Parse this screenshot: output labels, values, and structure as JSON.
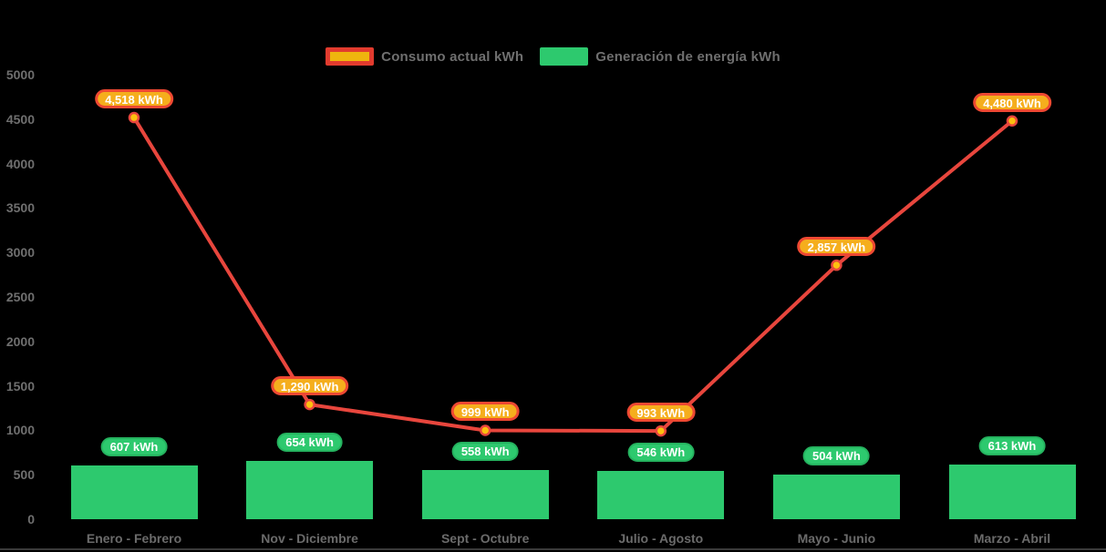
{
  "chart": {
    "background": "#000000",
    "axis_text_color": "#6f6f6f"
  },
  "legend": {
    "position": "top",
    "items": [
      {
        "label": "Consumo actual kWh",
        "series_type": "line",
        "swatch_fill": "#efb50e",
        "swatch_border": "#e23b2e"
      },
      {
        "label": "Generación de energía kWh",
        "series_type": "bar",
        "swatch_fill": "#2dc96e"
      }
    ]
  },
  "chart_data": {
    "type": "mixed",
    "categories": [
      "Enero - Febrero",
      "Nov - Diciembre",
      "Sept - Octubre",
      "Julio - Agosto",
      "Mayo - Junio",
      "Marzo - Abril"
    ],
    "series": [
      {
        "name": "Consumo actual kWh",
        "type": "line",
        "values": [
          4518,
          1290,
          999,
          993,
          2857,
          4480
        ],
        "data_labels": [
          "4,518 kWh",
          "1,290 kWh",
          "999 kWh",
          "993 kWh",
          "2,857 kWh",
          "4,480 kWh"
        ],
        "line_color": "#e8463d",
        "marker_fill": "#fdc00f",
        "marker_stroke": "#e8463d",
        "label_bg": "#f5ae1d",
        "label_border": "#ee4832",
        "label_text_color": "#ffffff"
      },
      {
        "name": "Generación de energía kWh",
        "type": "bar",
        "values": [
          607,
          654,
          558,
          546,
          504,
          613
        ],
        "data_labels": [
          "607 kWh",
          "654 kWh",
          "558 kWh",
          "546 kWh",
          "504 kWh",
          "613 kWh"
        ],
        "bar_color": "#2dc96e",
        "label_bg": "#2dc96e",
        "label_border": "#25b35f",
        "label_text_color": "#ffffff"
      }
    ],
    "ylim": [
      0,
      5000
    ],
    "yticks": [
      0,
      500,
      1000,
      1500,
      2000,
      2500,
      3000,
      3500,
      4000,
      4500,
      5000
    ],
    "grid": false,
    "legend_position": "top"
  }
}
